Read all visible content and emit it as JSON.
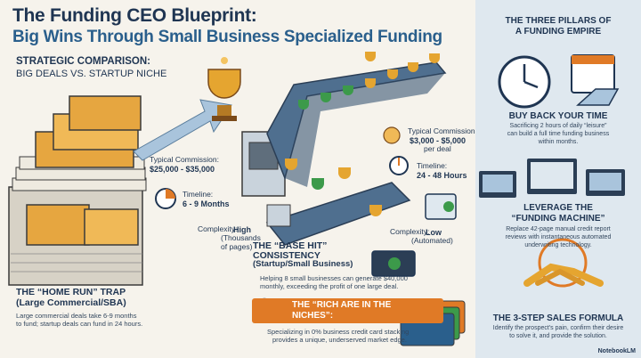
{
  "title": {
    "line1": "The Funding CEO Blueprint:",
    "line2": "Big Wins Through Small Business Specialized Funding"
  },
  "comparison": {
    "heading": "STRATEGIC COMPARISON:",
    "subheading": "BIG DEALS VS. STARTUP NICHE"
  },
  "home_run": {
    "commission_label": "Typical Commission:",
    "commission_value": "$25,000 - $35,000",
    "timeline_label": "Timeline:",
    "timeline_value": "6 - 9 Months",
    "complexity_label": "Complexity:",
    "complexity_value": "High",
    "complexity_note": "(Thousands of pages)",
    "heading_line1": "THE “HOME RUN” TRAP",
    "heading_line2": "(Large Commercial/SBA)",
    "body_line1": "Large commercial deals take 6-9 months",
    "body_line2": "to fund; startup deals can fund in 24 hours."
  },
  "base_hit": {
    "commission_label": "Typical Commission:",
    "commission_value": "$3,000 - $5,000",
    "commission_unit": "per deal",
    "timeline_label": "Timeline:",
    "timeline_value": "24 - 48 Hours",
    "complexity_label": "Complexity:",
    "complexity_value": "Low",
    "complexity_note": "(Automated)",
    "heading_line1": "THE “BASE HIT”",
    "heading_line2": "CONSISTENCY",
    "heading_line3": "(Startup/Small Business)",
    "body_line1": "Helping 8 small businesses can generate $40,000",
    "body_line2": "monthly, exceeding the profit of one large deal."
  },
  "niches": {
    "banner_line1": "THE “RICH ARE IN THE",
    "banner_line2": "NICHES”:",
    "body_line1": "Specializing in 0% business credit card stacking",
    "body_line2": "provides a unique, underserved market edge."
  },
  "pillars": {
    "heading_line1": "THE THREE PILLARS OF",
    "heading_line2": "A FUNDING EMPIRE",
    "p1_title": "BUY BACK YOUR TIME",
    "p1_line1": "Sacrificing 2 hours of daily “leisure”",
    "p1_line2": "can build a full time funding business",
    "p1_line3": "within months.",
    "p2_title_line1": "LEVERAGE THE",
    "p2_title_line2": "“FUNDING MACHINE”",
    "p2_line1": "Replace 42-page manual credit report",
    "p2_line2": "reviews with instantaneous automated",
    "p2_line3": "underwriting technology.",
    "p3_title": "THE 3-STEP SALES FORMULA",
    "p3_line1": "Identify the prospect's pain, confirm their desire",
    "p3_line2": "to solve it, and provide the solution."
  },
  "footer": "NotebookLM",
  "colors": {
    "navy": "#1f3552",
    "blue": "#2a5f8c",
    "orange": "#e07a26",
    "gold": "#d9962b",
    "green": "#3c9a4a",
    "panel": "#dfe8ef"
  }
}
